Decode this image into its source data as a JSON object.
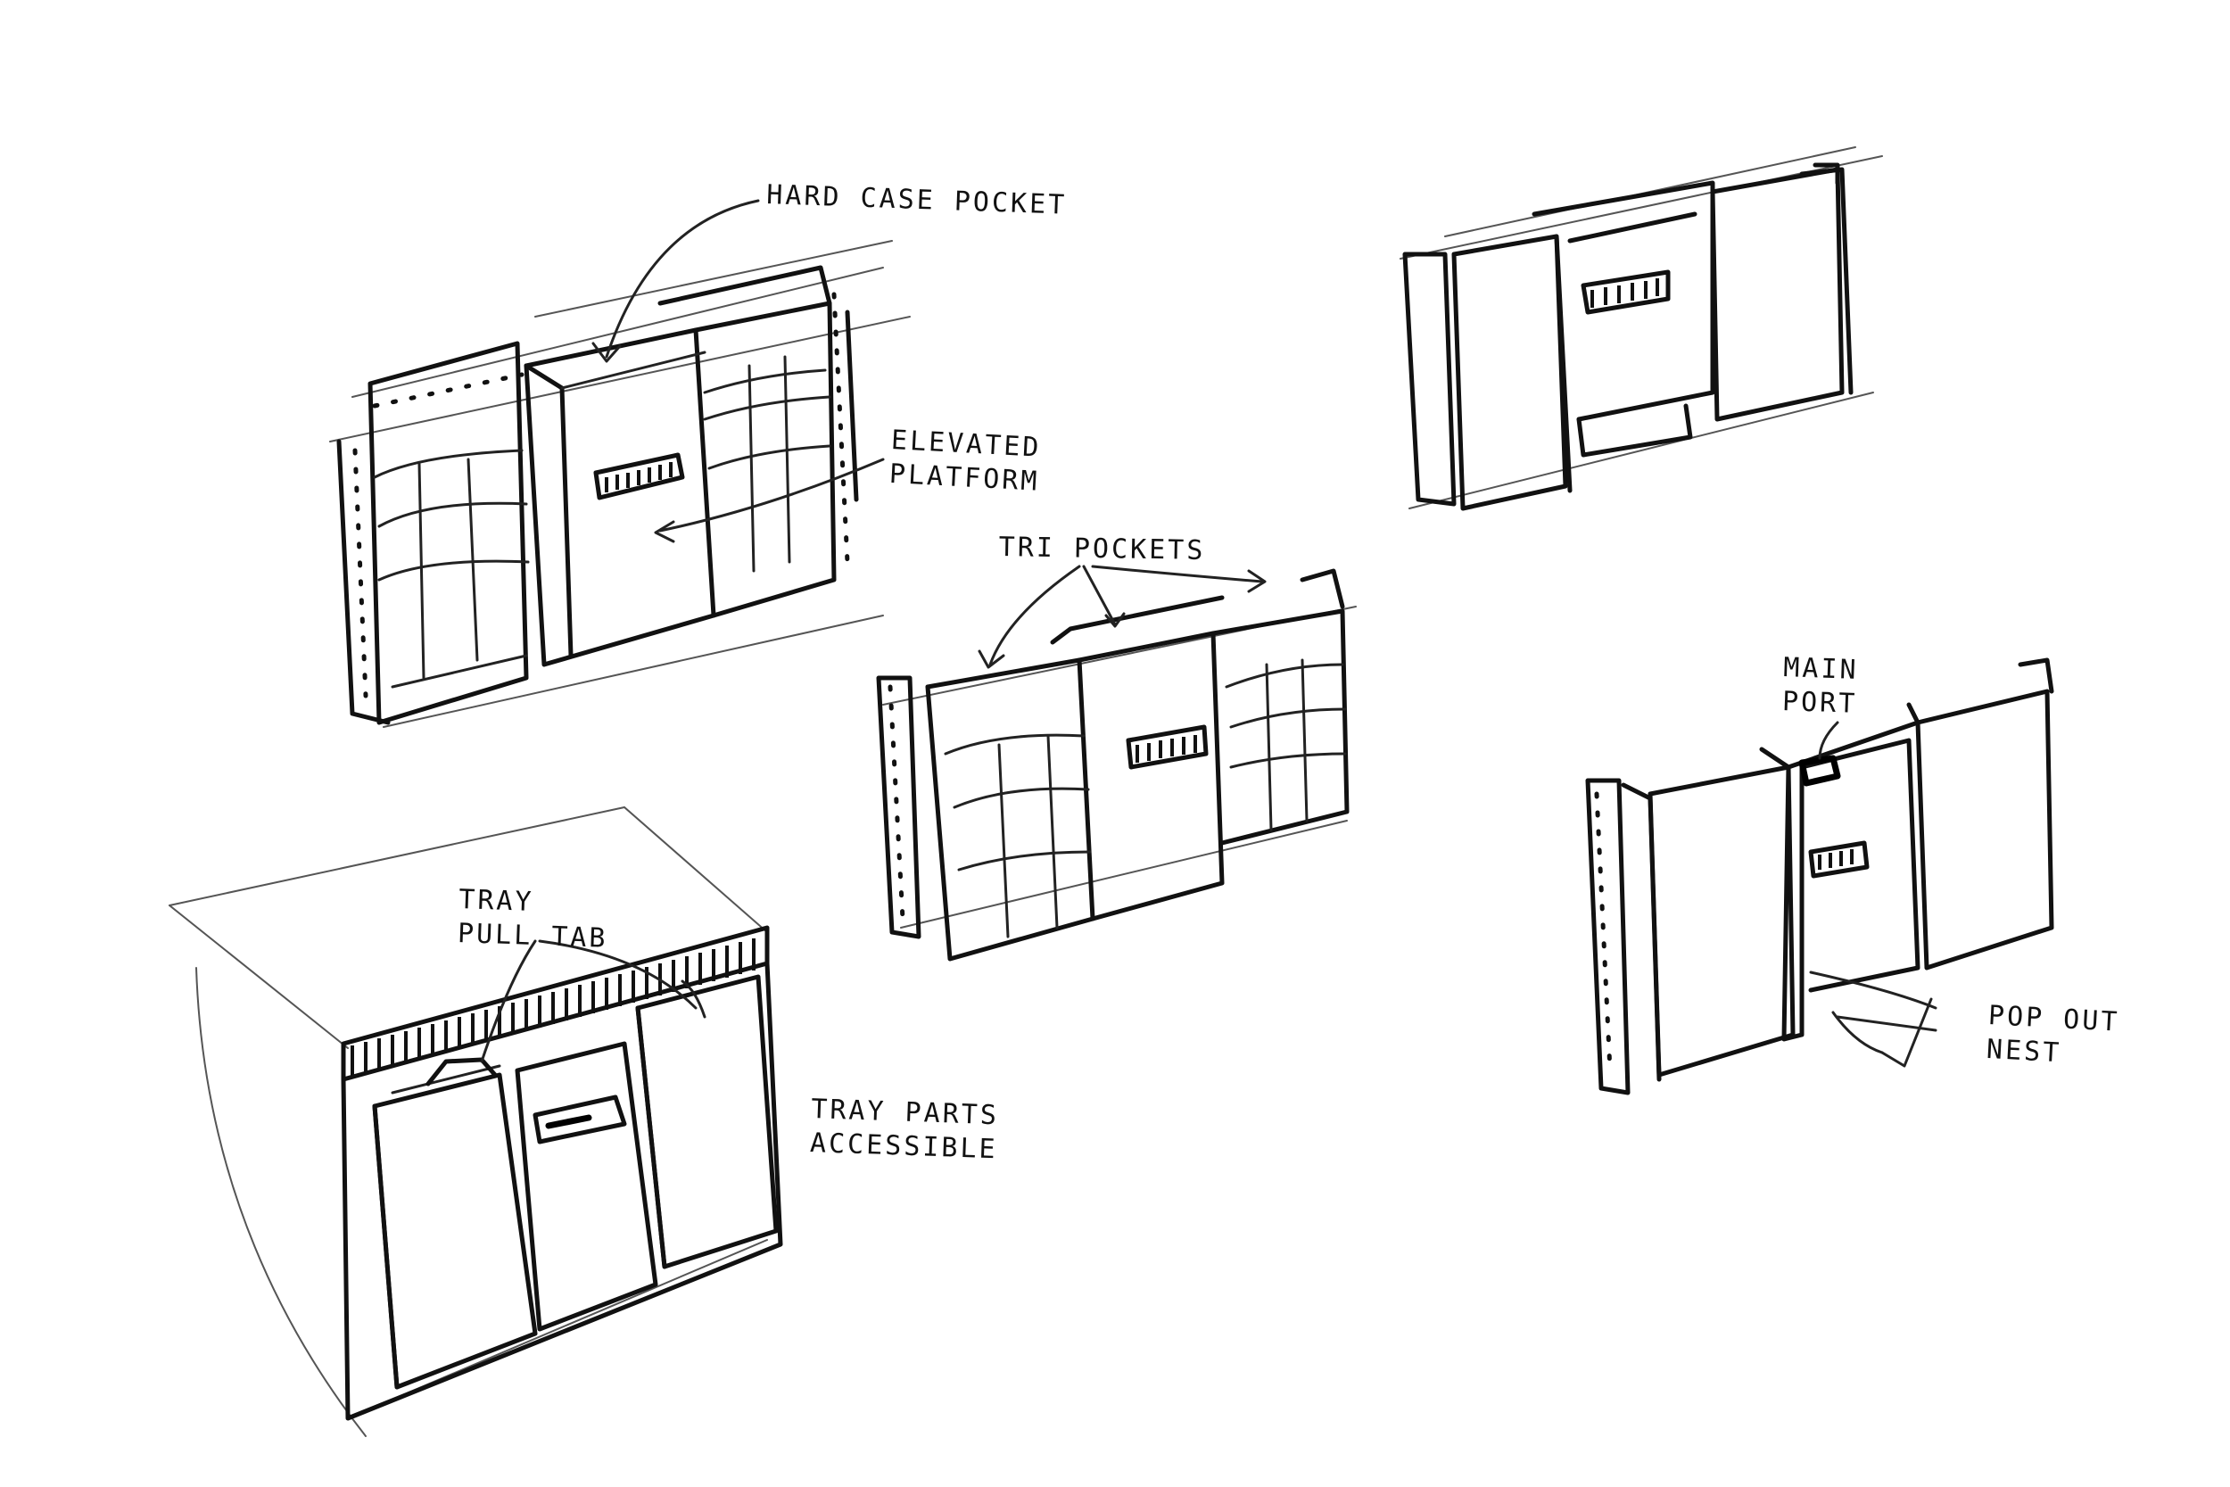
{
  "annotations": {
    "hard_case_pocket": "HARD CASE POCKET",
    "elevated_platform": "ELEVATED\nPLATFORM",
    "tri_pockets": "TRI POCKETS",
    "main_port": "MAIN\nPORT",
    "tray_pull_tab": "TRAY\nPULL TAB",
    "tray_parts_accessible": "TRAY PARTS\nACCESSIBLE",
    "pop_out_nest": "POP OUT\nNEST"
  },
  "sketches": [
    {
      "id": "hard-case-organizer",
      "icon": "pocket-organizer-sketch"
    },
    {
      "id": "folded-panel-organizer",
      "icon": "folded-panel-sketch"
    },
    {
      "id": "tri-pocket-organizer",
      "icon": "tri-pocket-sketch"
    },
    {
      "id": "main-port-organizer",
      "icon": "main-port-sketch"
    },
    {
      "id": "tray-case-organizer",
      "icon": "tray-case-sketch"
    }
  ]
}
